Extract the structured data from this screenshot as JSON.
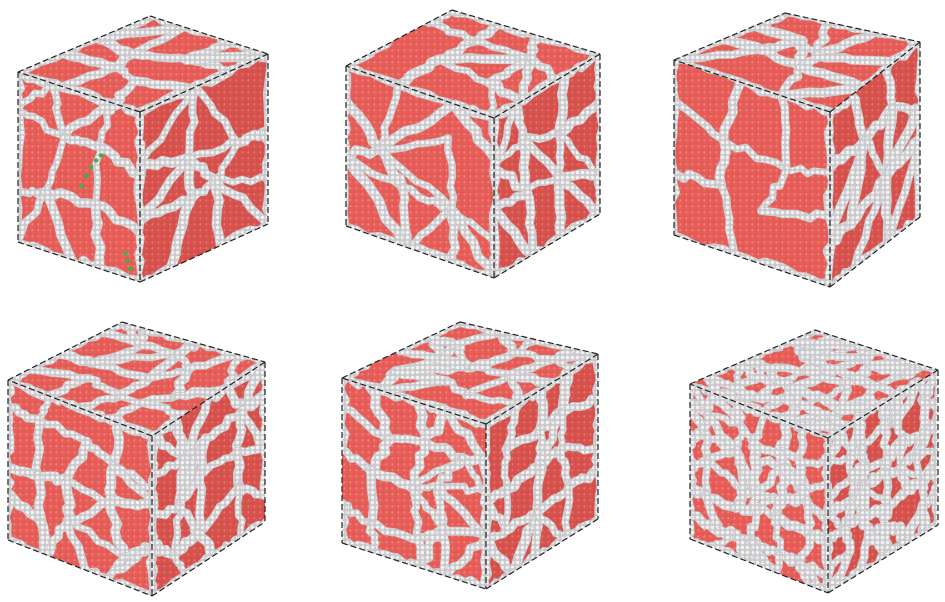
{
  "figure": {
    "rows": 2,
    "cols": 3,
    "colors": {
      "grain": "#e35a55",
      "grain_dark": "#b8403c",
      "grain_boundary": "#e9e9eb",
      "boundary_shadow": "#c9c9cc",
      "box_edge": "#222222",
      "defect": "#3cb24a",
      "background": "#ffffff"
    },
    "panels": [
      {
        "grain_density": "low",
        "faces": [
          "top",
          "left",
          "right"
        ],
        "has_defects": true
      },
      {
        "grain_density": "low",
        "faces": [
          "top",
          "left",
          "right"
        ],
        "has_defects": false
      },
      {
        "grain_density": "low-mixed",
        "faces": [
          "top",
          "left",
          "right"
        ],
        "has_defects": false
      },
      {
        "grain_density": "medium",
        "faces": [
          "top",
          "left",
          "right"
        ],
        "has_defects": false
      },
      {
        "grain_density": "medium",
        "faces": [
          "top",
          "left",
          "right"
        ],
        "has_defects": false
      },
      {
        "grain_density": "high",
        "faces": [
          "top",
          "left",
          "right"
        ],
        "has_defects": false
      }
    ]
  }
}
